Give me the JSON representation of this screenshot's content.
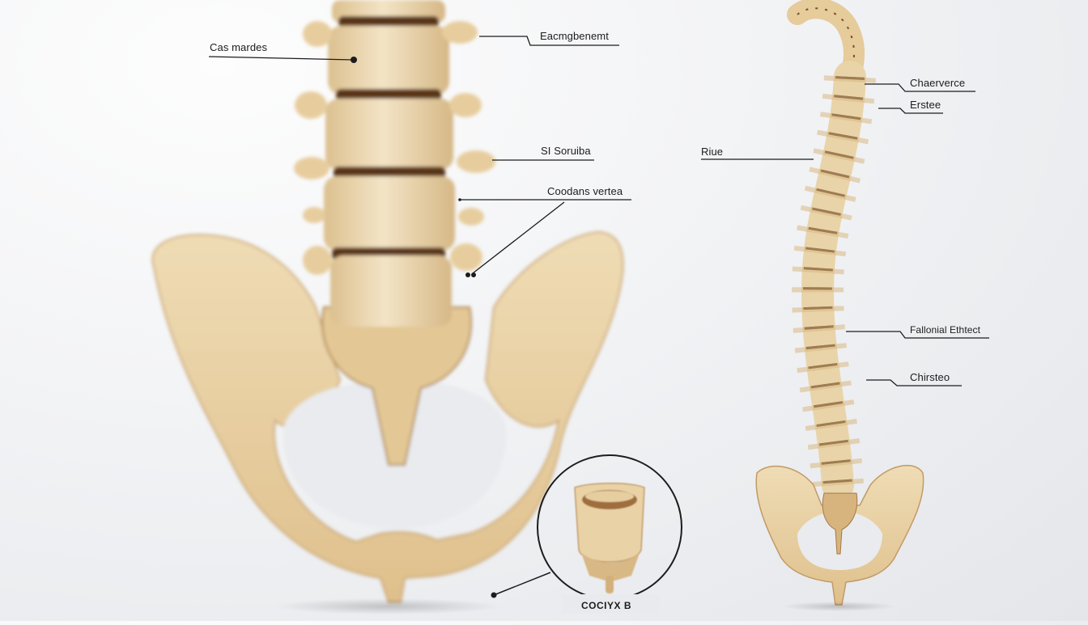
{
  "diagram": {
    "subject": "Spine, pelvis and coccyx anatomical illustration",
    "colors": {
      "background": "#eceef1",
      "bone_light": "#f1e2c4",
      "bone_mid": "#e2c79b",
      "bone_dark": "#c9a472",
      "disc": "#5a3418",
      "leader_line": "#1c1c1c"
    },
    "left_figure": {
      "name": "lumbar spine and pelvis (close-up)",
      "labels": [
        {
          "id": "cas-mardes",
          "text": "Cas mardes"
        },
        {
          "id": "eacmgbenemt",
          "text": "Eacmgbenemt"
        },
        {
          "id": "si-soruiba",
          "text": "SI Soruiba"
        },
        {
          "id": "coodans-vertea",
          "text": "Coodans vertea"
        }
      ]
    },
    "inset": {
      "name": "coccyx detail",
      "label": "COCIYX B"
    },
    "right_figure": {
      "name": "full spine with pelvis",
      "labels": [
        {
          "id": "chaerverce",
          "text": "Chaerverce"
        },
        {
          "id": "erstee",
          "text": "Erstee"
        },
        {
          "id": "riue",
          "text": "Riue"
        },
        {
          "id": "fallonial-ethtect",
          "text": "Fallonial Ethtect"
        },
        {
          "id": "chirsteo",
          "text": "Chirsteo"
        }
      ]
    }
  }
}
